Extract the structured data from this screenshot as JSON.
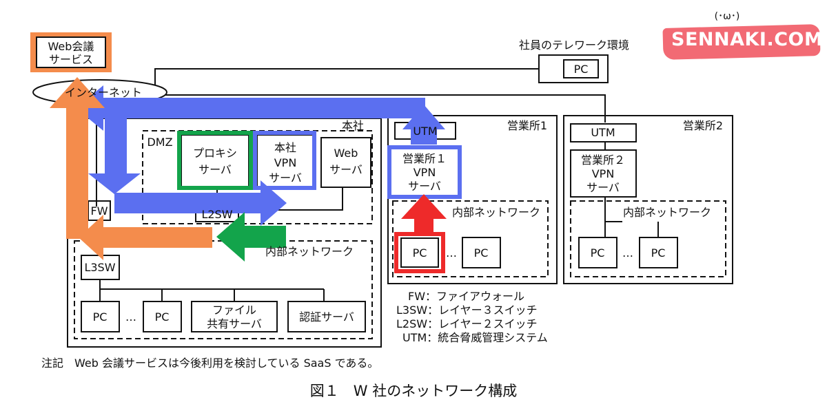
{
  "diagram": {
    "web_conf": [
      "Web会議",
      "サービス"
    ],
    "internet": "インターネット",
    "telework_title": "社員のテレワーク環境",
    "telework_pc": "PC",
    "hq": {
      "title": "本社",
      "dmz": "DMZ",
      "proxy": [
        "プロキシ",
        "サーバ"
      ],
      "vpn": [
        "本社",
        "VPN",
        "サーバ"
      ],
      "web": [
        "Web",
        "サーバ"
      ],
      "fw": "FW",
      "l2sw": "L2SW",
      "internal": "内部ネットワーク",
      "l3sw": "L3SW",
      "pc": "PC",
      "dots": "…",
      "file": [
        "ファイル",
        "共有サーバ"
      ],
      "auth": "認証サーバ"
    },
    "branch1": {
      "title": "営業所1",
      "utm": "UTM",
      "vpn": [
        "営業所１",
        "VPN",
        "サーバ"
      ],
      "internal": "内部ネットワーク",
      "pc": "PC",
      "dots": "…"
    },
    "branch2": {
      "title": "営業所2",
      "utm": "UTM",
      "vpn": [
        "営業所２",
        "VPN",
        "サーバ"
      ],
      "internal": "内部ネットワーク",
      "pc": "PC",
      "dots": "…"
    },
    "legend": [
      "FW：ファイアウォール",
      "L3SW：レイヤー３スイッチ",
      "L2SW：レイヤー２スイッチ",
      "UTM：統合脅威管理システム"
    ],
    "note": "注記　Web 会議サービスは今後利用を検討している SaaS である。",
    "caption": "図１　W 社のネットワーク構成"
  },
  "logo": {
    "text": "SENNAKI.COM",
    "face": "(･ω･)"
  },
  "colors": {
    "orange": "#f48c4c",
    "blue": "#5b6ff0",
    "green": "#13a44b",
    "red": "#ee2a2a",
    "logo_bg": "#f26a74"
  }
}
